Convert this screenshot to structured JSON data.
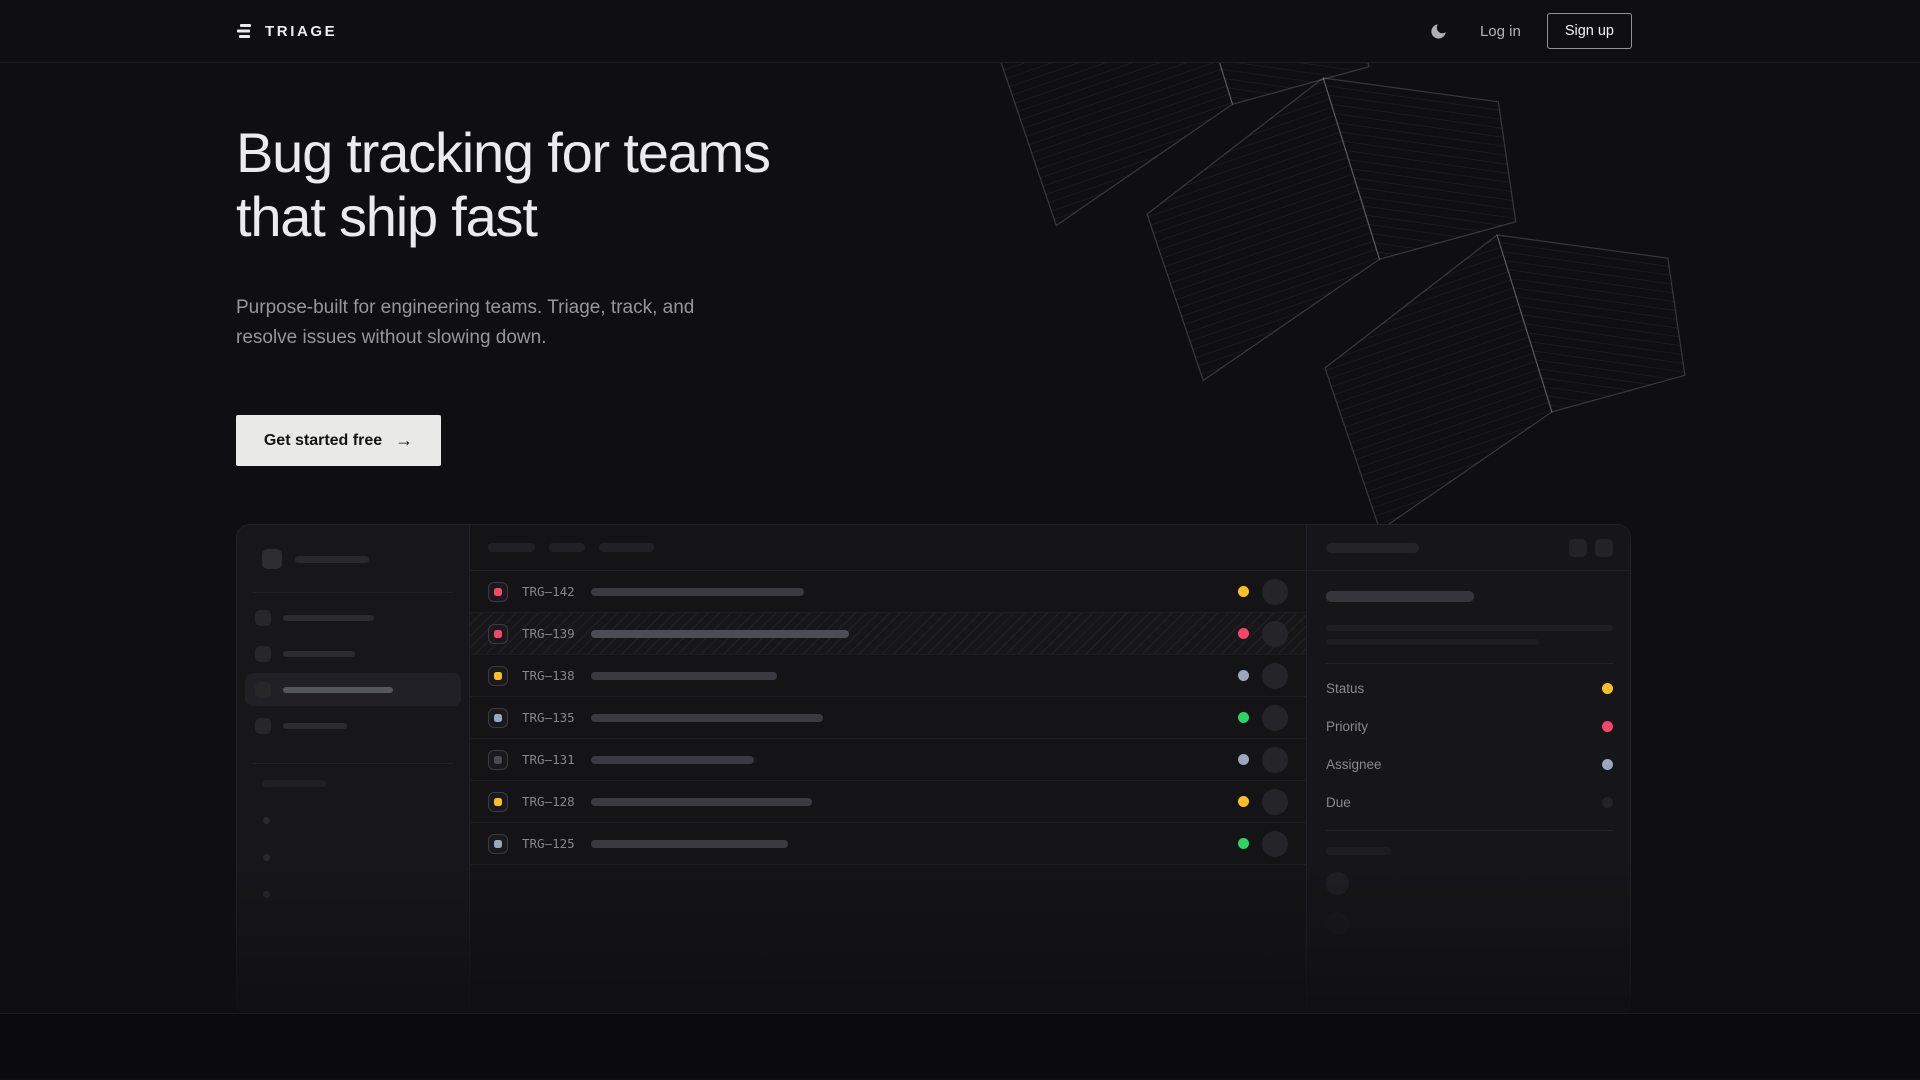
{
  "nav": {
    "brand": "TRIAGE",
    "login_label": "Log in",
    "signup_label": "Sign up"
  },
  "hero": {
    "heading_line1": "Bug tracking for teams",
    "heading_line2": "that ship fast",
    "subtitle": "Purpose-built for engineering teams. Triage, track, and resolve issues without slowing down.",
    "cta_label": "Get started free",
    "cta_arrow": "→"
  },
  "mockup": {
    "issues": [
      {
        "key": "TRG–142",
        "icon_color": "#f5456b",
        "dot_color": "#fbbf24",
        "title_width": 213,
        "highlighted": false
      },
      {
        "key": "TRG–139",
        "icon_color": "#f5456b",
        "dot_color": "#f5456b",
        "title_width": 258,
        "highlighted": true
      },
      {
        "key": "TRG–138",
        "icon_color": "#fbbf24",
        "dot_color": "#9aa7bd",
        "title_width": 186,
        "highlighted": false
      },
      {
        "key": "TRG–135",
        "icon_color": "#9aa7bd",
        "dot_color": "#2fd265",
        "title_width": 232,
        "highlighted": false
      },
      {
        "key": "TRG–131",
        "icon_color": "#4a4a52",
        "dot_color": "#9aa7bd",
        "title_width": 163,
        "highlighted": false
      },
      {
        "key": "TRG–128",
        "icon_color": "#fbbf24",
        "dot_color": "#fbbf24",
        "title_width": 221,
        "highlighted": false
      },
      {
        "key": "TRG–125",
        "icon_color": "#9aa7bd",
        "dot_color": "#2fd265",
        "title_width": 197,
        "highlighted": false
      }
    ],
    "panel_fields": [
      {
        "label": "Status",
        "dot_color": "#fbbf24"
      },
      {
        "label": "Priority",
        "dot_color": "#f5456b"
      },
      {
        "label": "Assignee",
        "dot_color": "#9aa7bd"
      },
      {
        "label": "Due",
        "dot_color": "#232328"
      }
    ]
  },
  "colors": {
    "amber": "#fbbf24",
    "rose": "#f5456b",
    "green": "#2fd265",
    "slate": "#9aa7bd",
    "cta_background": "#e9e9e7",
    "page_background": "#0f0f11"
  }
}
